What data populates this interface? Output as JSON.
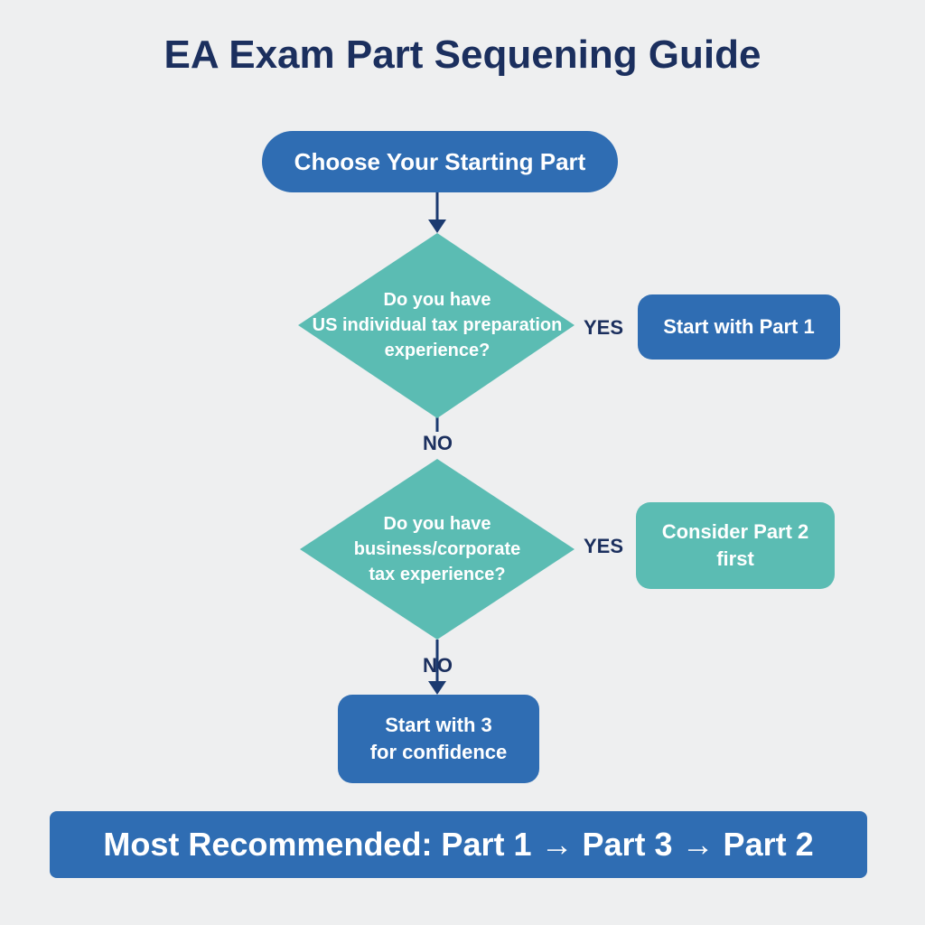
{
  "title": "EA Exam Part Sequening Guide",
  "start": "Choose Your Starting Part",
  "decision1": {
    "question": "Do you have\nUS individual tax preparation\nexperience?",
    "yes_label": "YES",
    "no_label": "NO",
    "yes_result": "Start with Part 1"
  },
  "decision2": {
    "question": "Do you have\nbusiness/corporate\ntax experience?",
    "yes_label": "YES",
    "no_label": "NO",
    "yes_result": "Consider Part 2\nfirst"
  },
  "final": "Start with 3\nfor confidence",
  "recommendation": "Most Recommended: Part 1 → Part 3 → Part 2",
  "colors": {
    "blue": "#2f6db3",
    "teal": "#5bbcb3",
    "navy": "#1b2f5e",
    "background": "#eeeff0"
  }
}
